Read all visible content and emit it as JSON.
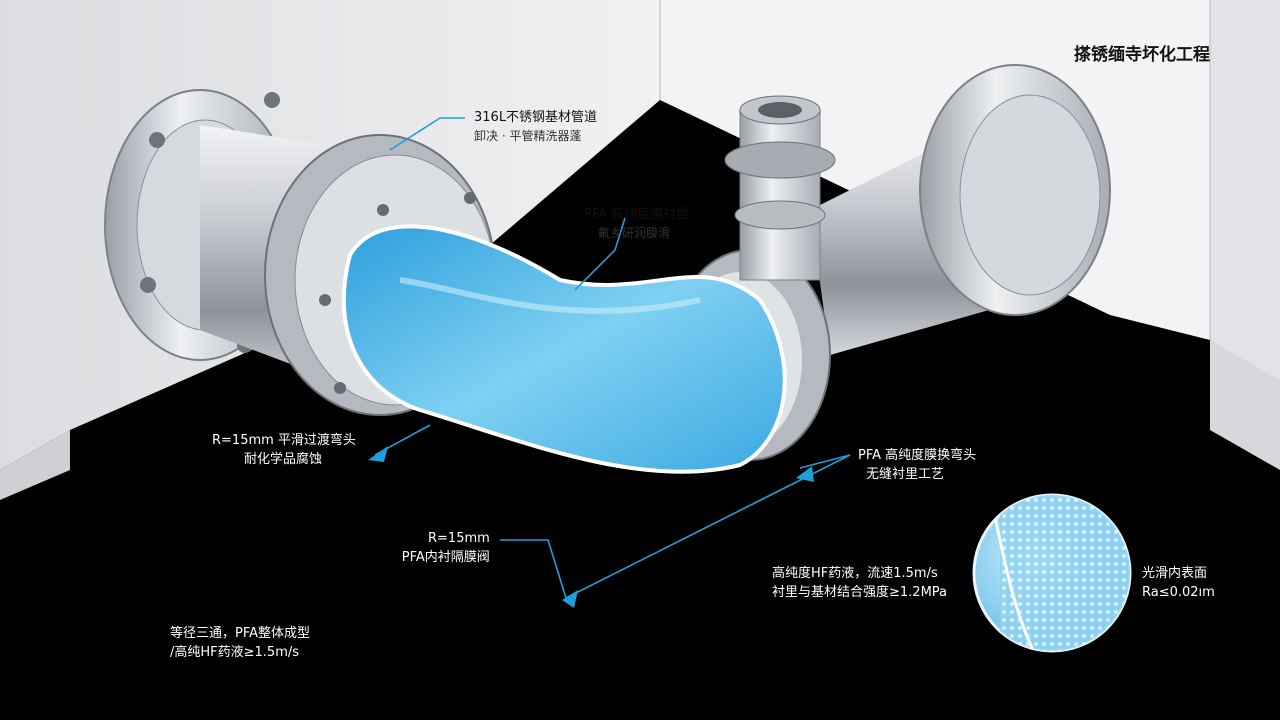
{
  "title": "搽锈缅寺坏化工程",
  "callouts": {
    "base_pipe": {
      "line1": "316L不锈钢基材管道",
      "line2": "卸决 · 平管精洗器蓬"
    },
    "pfa_lining": {
      "line1": "PFA 高纯度膜衬里",
      "line2": "氟乡研润膜滑"
    },
    "elbow": {
      "line1": "R=15mm 平滑过渡弯头",
      "line2": "耐化学品腐蚀"
    },
    "seamless": {
      "line1": "PFA 高纯度膜换弯头",
      "line2": "无缝衬里工艺"
    },
    "valve": {
      "line1": "R=15mm",
      "line2": "PFA内衬隔膜阀"
    },
    "hf_flow": {
      "line1": "高纯度HF药液，流速1.5m/s",
      "line2": "衬里与基材结合强度≥1.2MPa"
    },
    "surface": {
      "line1": "光滑内表面",
      "line2": "Ra≤0.02ım"
    },
    "tee": {
      "line1": "等径三通，PFA整体成型",
      "line2": "/高纯HF药液≥1.5m/s"
    }
  },
  "colors": {
    "accent": "#1da0d8",
    "lining": "#5cc0ec",
    "steel": "#c8ccd2",
    "floor": "#000000",
    "wall": "#ececee"
  }
}
